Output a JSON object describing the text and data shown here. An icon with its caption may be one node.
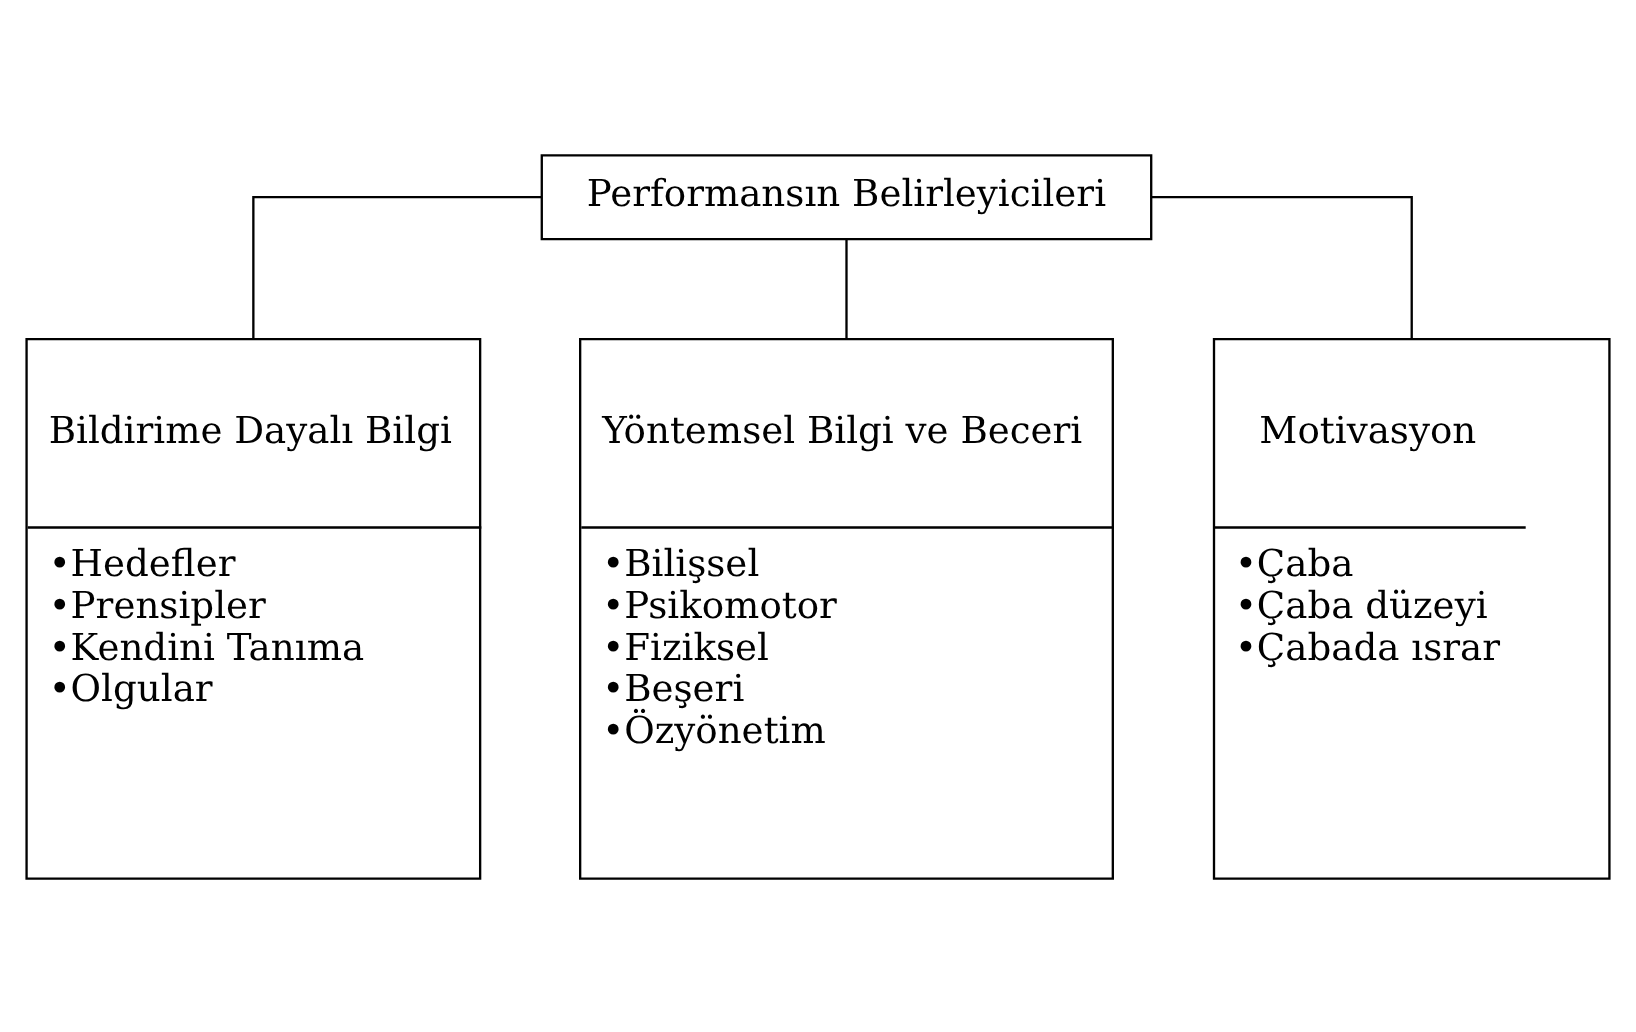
{
  "diagram": {
    "nodes": [
      {
        "text": [
          "Performansın Belirleyicileri"
        ]
      },
      {
        "text": [
          "Bildirime Dayalı Bilgi",
          "•Hedefler",
          "•Prensipler",
          "•Kendini Tanıma",
          "•Olgular"
        ]
      },
      {
        "text": [
          "Yöntemsel Bilgi ve Beceri",
          "•Bilişsel",
          "•Psikomotor",
          "•Fiziksel",
          "•Beşeri",
          "•Özyönetim"
        ]
      },
      {
        "text": [
          "Motivasyon",
          "•Çaba",
          "•Çaba düzeyi",
          "•Çabada ısrar"
        ]
      }
    ],
    "edges": [
      {
        "from": 0,
        "to": 1,
        "arrow": "none"
      },
      {
        "from": 0,
        "to": 2,
        "arrow": "none"
      },
      {
        "from": 0,
        "to": 3,
        "arrow": "none"
      }
    ]
  }
}
